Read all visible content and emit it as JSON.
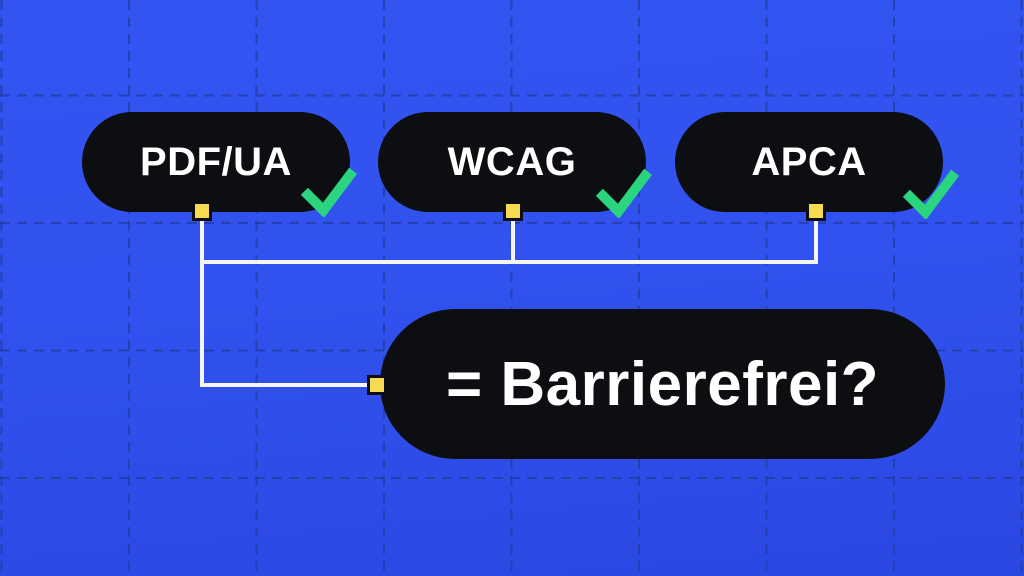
{
  "diagram": {
    "standards": [
      {
        "label": "PDF/UA",
        "status": "checked"
      },
      {
        "label": "WCAG",
        "status": "checked"
      },
      {
        "label": "APCA",
        "status": "checked"
      }
    ],
    "result": {
      "label": "= Barrierefrei?"
    }
  },
  "colors": {
    "background_top": "#3354F0",
    "background_mid": "#3152EE",
    "background_bottom": "#2B47E2",
    "grid_line": "#223C9E",
    "node_fill": "#0D0E11",
    "text": "#FFFFFF",
    "connector_line": "#F5F5F5",
    "connector_square_fill": "#F6DB52",
    "connector_square_border": "#0D0E11",
    "check_green": "#2BD47E"
  }
}
